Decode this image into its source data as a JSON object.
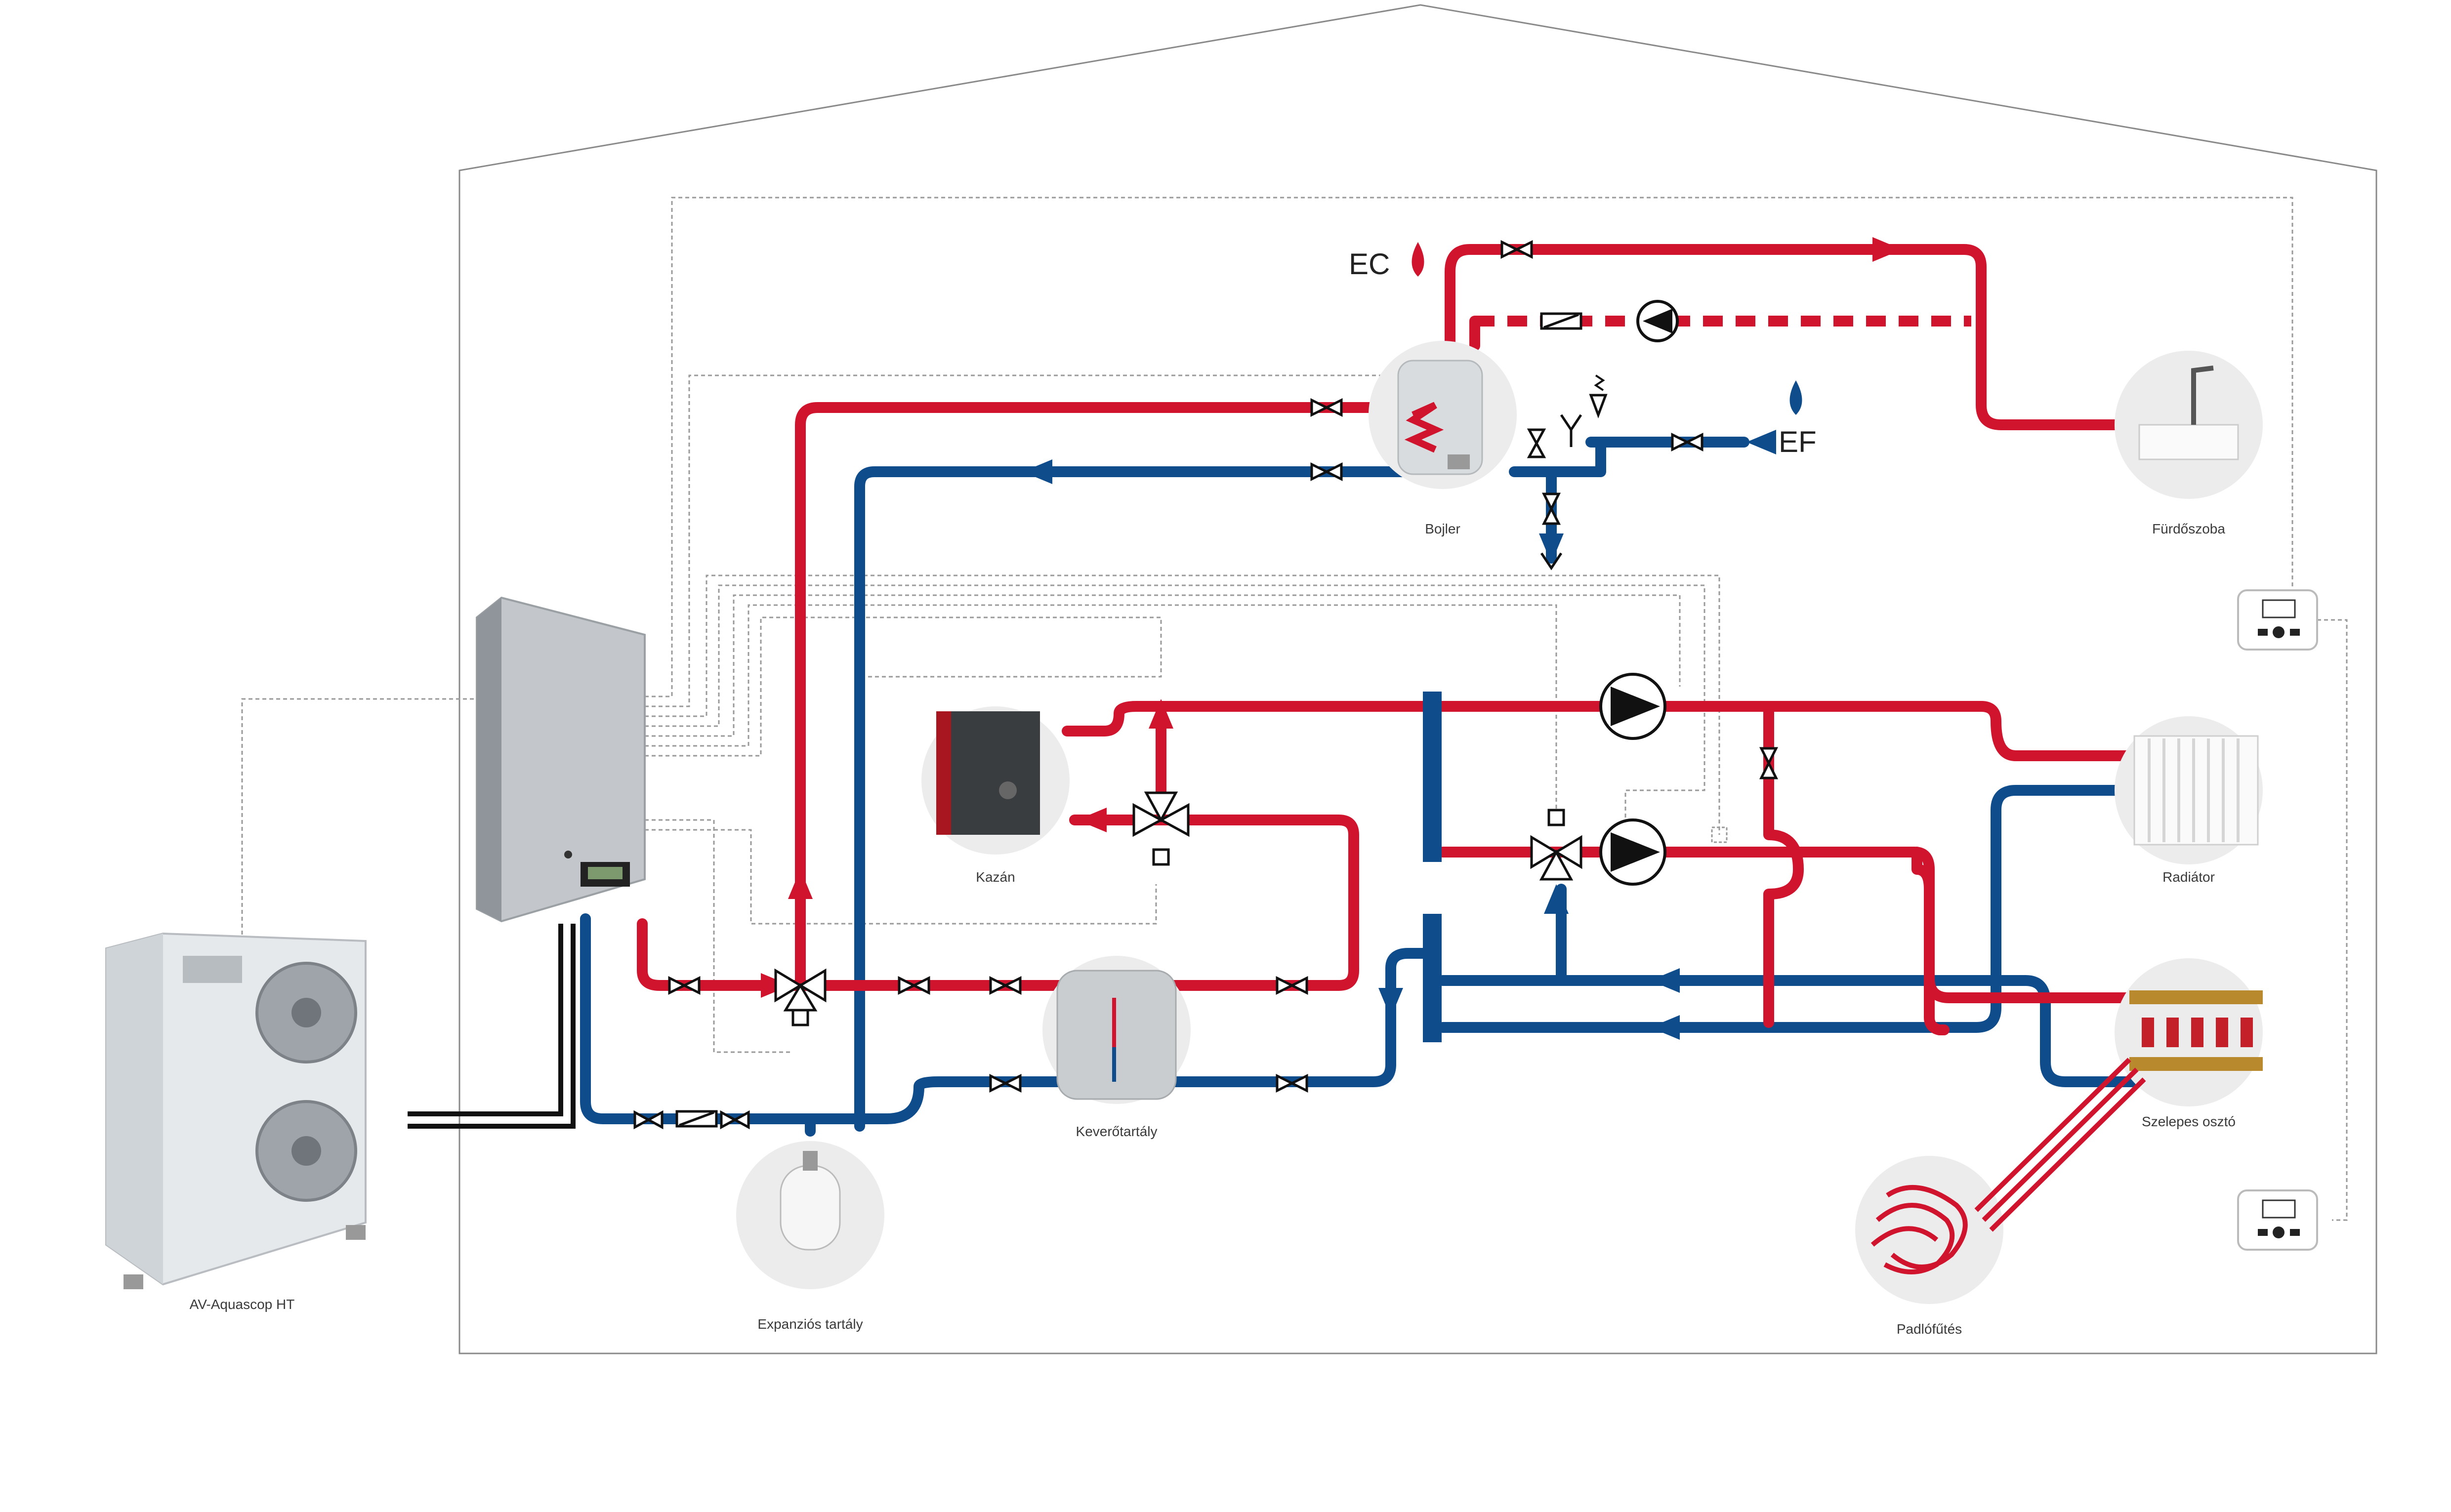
{
  "labels": {
    "ec": "EC",
    "ef": "EF",
    "outdoor_unit": "AV-Aquascop HT",
    "boiler": "Bojler",
    "bathroom": "Fürdőszoba",
    "gas_boiler": "Kazán",
    "radiator": "Radiátor",
    "manifold": "Szelepes osztó",
    "buffer_tank": "Keverőtartály",
    "expansion_tank": "Expanziós tartály",
    "floor_heating": "Padlófűtés"
  },
  "colors": {
    "hot_line": "#d0142e",
    "cold_line": "#0f4c8c",
    "control_line": "#9a9a9a",
    "house_outline": "#8a8a8a"
  },
  "icons": {
    "ec_drop": "red-water-drop-icon",
    "ef_drop": "blue-water-drop-icon",
    "pump": "circulation-pump-icon",
    "valve": "shutoff-valve-icon",
    "three_way_valve": "three-way-valve-icon",
    "check_valve": "check-valve-icon",
    "safety_valve": "safety-valve-icon",
    "thermostat": "room-thermostat-icon"
  }
}
